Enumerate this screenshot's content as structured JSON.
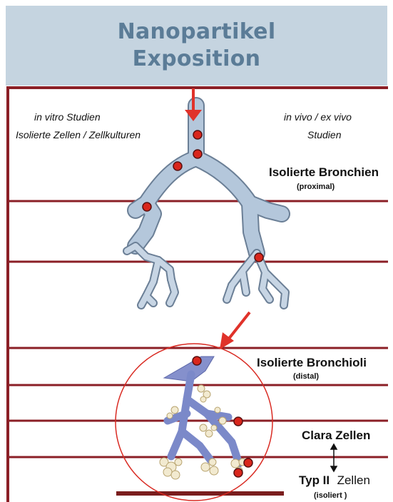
{
  "header": {
    "line1": "Nanopartikel",
    "line2": "Exposition"
  },
  "left_labels": {
    "line1": "in vitro Studien",
    "line2": "Isolierte Zellen / Zellkulturen"
  },
  "right_labels": {
    "line1": "in vivo  /  ex vivo",
    "line2": "Studien"
  },
  "levels": {
    "bronchien": "Isolierte Bronchien",
    "bronchien_sub": "(proximal)",
    "bronchioli": "Isolierte Bronchioli",
    "bronchioli_sub": "(distal)",
    "clara": "Clara Zellen",
    "typ2_bold": "Typ II",
    "typ2_norm": "Zellen",
    "typ2_sub": "(isoliert )"
  },
  "colors": {
    "header_bg": "#c5d4e0",
    "header_text": "#5b7c97",
    "frame": "#8b1f26",
    "arrow": "#e0322a",
    "airway": "#a9bfd6",
    "bronchiole": "#7b89c9",
    "dot": "#d9261c"
  }
}
